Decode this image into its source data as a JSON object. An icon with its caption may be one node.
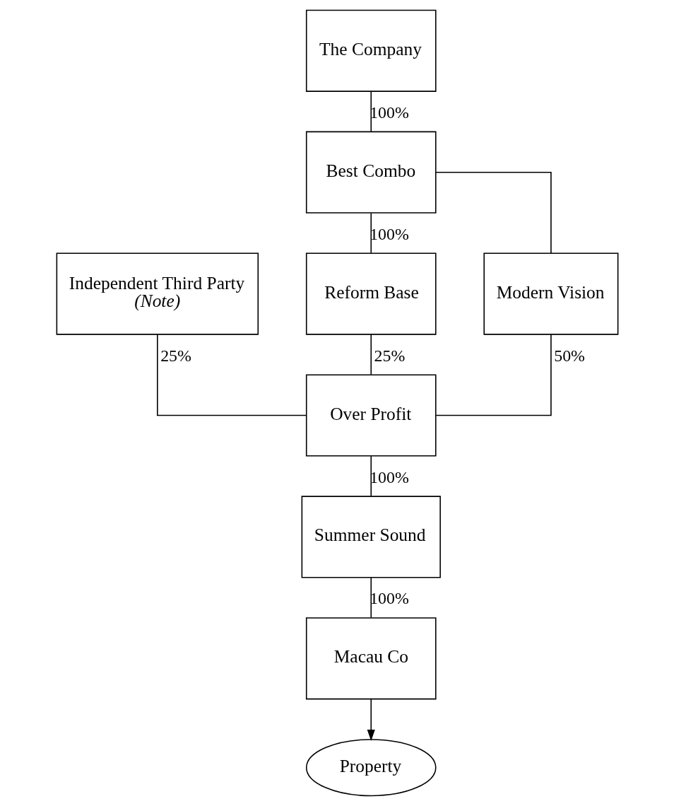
{
  "diagram": {
    "nodes": [
      {
        "text": [
          "The Company"
        ]
      },
      {
        "text": [
          "Best Combo"
        ]
      },
      {
        "text": [
          "Independent Third Party",
          "(Note)"
        ]
      },
      {
        "text": [
          "Reform Base"
        ]
      },
      {
        "text": [
          "Modern Vision"
        ]
      },
      {
        "text": [
          "Over Profit"
        ]
      },
      {
        "text": [
          "Summer Sound"
        ]
      },
      {
        "text": [
          "Macau Co"
        ]
      },
      {
        "text": [
          "Property"
        ]
      }
    ],
    "edges": [
      {
        "from": 0,
        "to": 1,
        "arrow": "none",
        "label": "100%"
      },
      {
        "from": 1,
        "to": 3,
        "arrow": "none",
        "label": "100%"
      },
      {
        "from": 1,
        "to": 4,
        "arrow": "none"
      },
      {
        "from": 2,
        "to": 5,
        "arrow": "none",
        "label": "25%"
      },
      {
        "from": 3,
        "to": 5,
        "arrow": "none",
        "label": "25%"
      },
      {
        "from": 4,
        "to": 5,
        "arrow": "none",
        "label": "50%"
      },
      {
        "from": 5,
        "to": 6,
        "arrow": "none",
        "label": "100%"
      },
      {
        "from": 6,
        "to": 7,
        "arrow": "none",
        "label": "100%"
      },
      {
        "from": 7,
        "to": 8,
        "arrow": "to"
      }
    ]
  }
}
